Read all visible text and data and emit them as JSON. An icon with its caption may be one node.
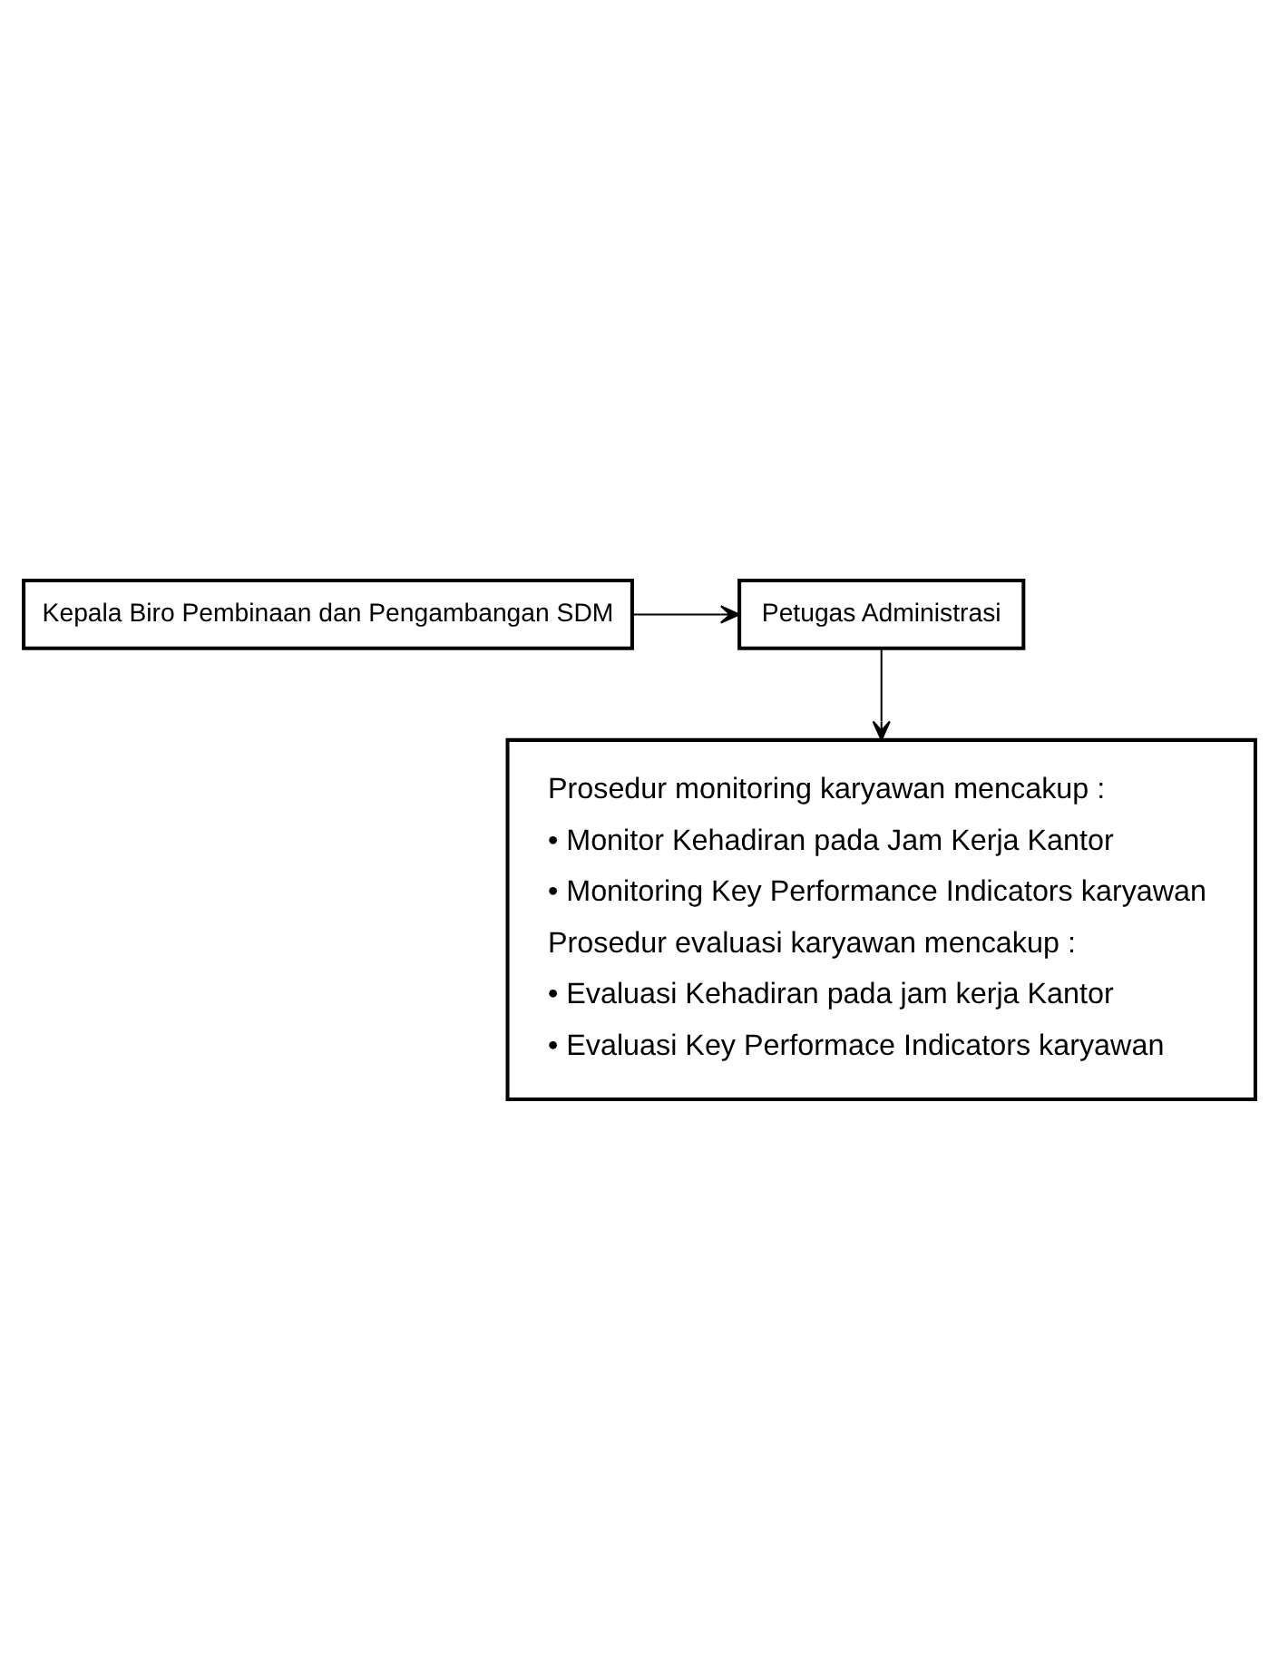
{
  "diagram": {
    "nodes": [
      {
        "text": [
          "Kepala Biro Pembinaan dan Pengambangan SDM"
        ]
      },
      {
        "text": [
          "Petugas Administrasi"
        ]
      },
      {
        "text": [
          "Prosedur monitoring karyawan mencakup :",
          "• Monitor Kehadiran pada Jam Kerja Kantor",
          "• Monitoring Key Performance Indicators karyawan",
          "Prosedur evaluasi karyawan mencakup :",
          "• Evaluasi Kehadiran pada jam kerja Kantor",
          "• Evaluasi Key Performace Indicators karyawan"
        ]
      }
    ],
    "edges": [
      {
        "from": 0,
        "to": 1,
        "arrow": "to"
      },
      {
        "from": 1,
        "to": 2,
        "arrow": "to"
      }
    ]
  }
}
